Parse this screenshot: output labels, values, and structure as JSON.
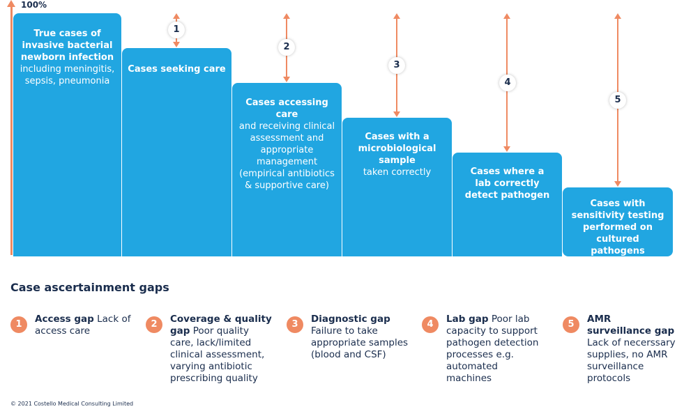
{
  "axis_label": "100%",
  "bars": [
    {
      "bold": "True cases of invasive bacterial newborn infection",
      "normal": "including meningitis, sepsis, pneumonia"
    },
    {
      "bold": "Cases seeking care",
      "normal": ""
    },
    {
      "bold": "Cases accessing care",
      "normal": "and receiving clinical assessment and appropriate management (empirical antibiotics & supportive care)"
    },
    {
      "bold": "Cases with a microbiological sample",
      "normal": "taken correctly"
    },
    {
      "bold": "Cases where a lab correctly detect pathogen",
      "normal": ""
    },
    {
      "bold": "Cases with sensitivity testing performed on cultured pathogens",
      "normal": ""
    }
  ],
  "gap_numbers": [
    "1",
    "2",
    "3",
    "4",
    "5"
  ],
  "section_title": "Case ascertainment gaps",
  "gaps": [
    {
      "num": "1",
      "title": "Access gap",
      "desc": "Lack of access care"
    },
    {
      "num": "2",
      "title": "Coverage & quality gap",
      "desc": "Poor quality care, lack/limited clinical assessment, varying antibiotic prescribing quality"
    },
    {
      "num": "3",
      "title": "Diagnostic gap",
      "desc": "Failure to take appropriate samples (blood and CSF)"
    },
    {
      "num": "4",
      "title": "Lab gap",
      "desc": "Poor lab capacity to support pathogen detection processes e.g. automated machines"
    },
    {
      "num": "5",
      "title": "AMR surveillance gap",
      "desc": "Lack of necerssary supplies, no AMR surveillance protocols"
    }
  ],
  "copyright": "© 2021 Costello Medical Consulting Limited",
  "colors": {
    "bar": "#21a6e1",
    "accent": "#ef8a62",
    "text": "#1a2d4d"
  }
}
